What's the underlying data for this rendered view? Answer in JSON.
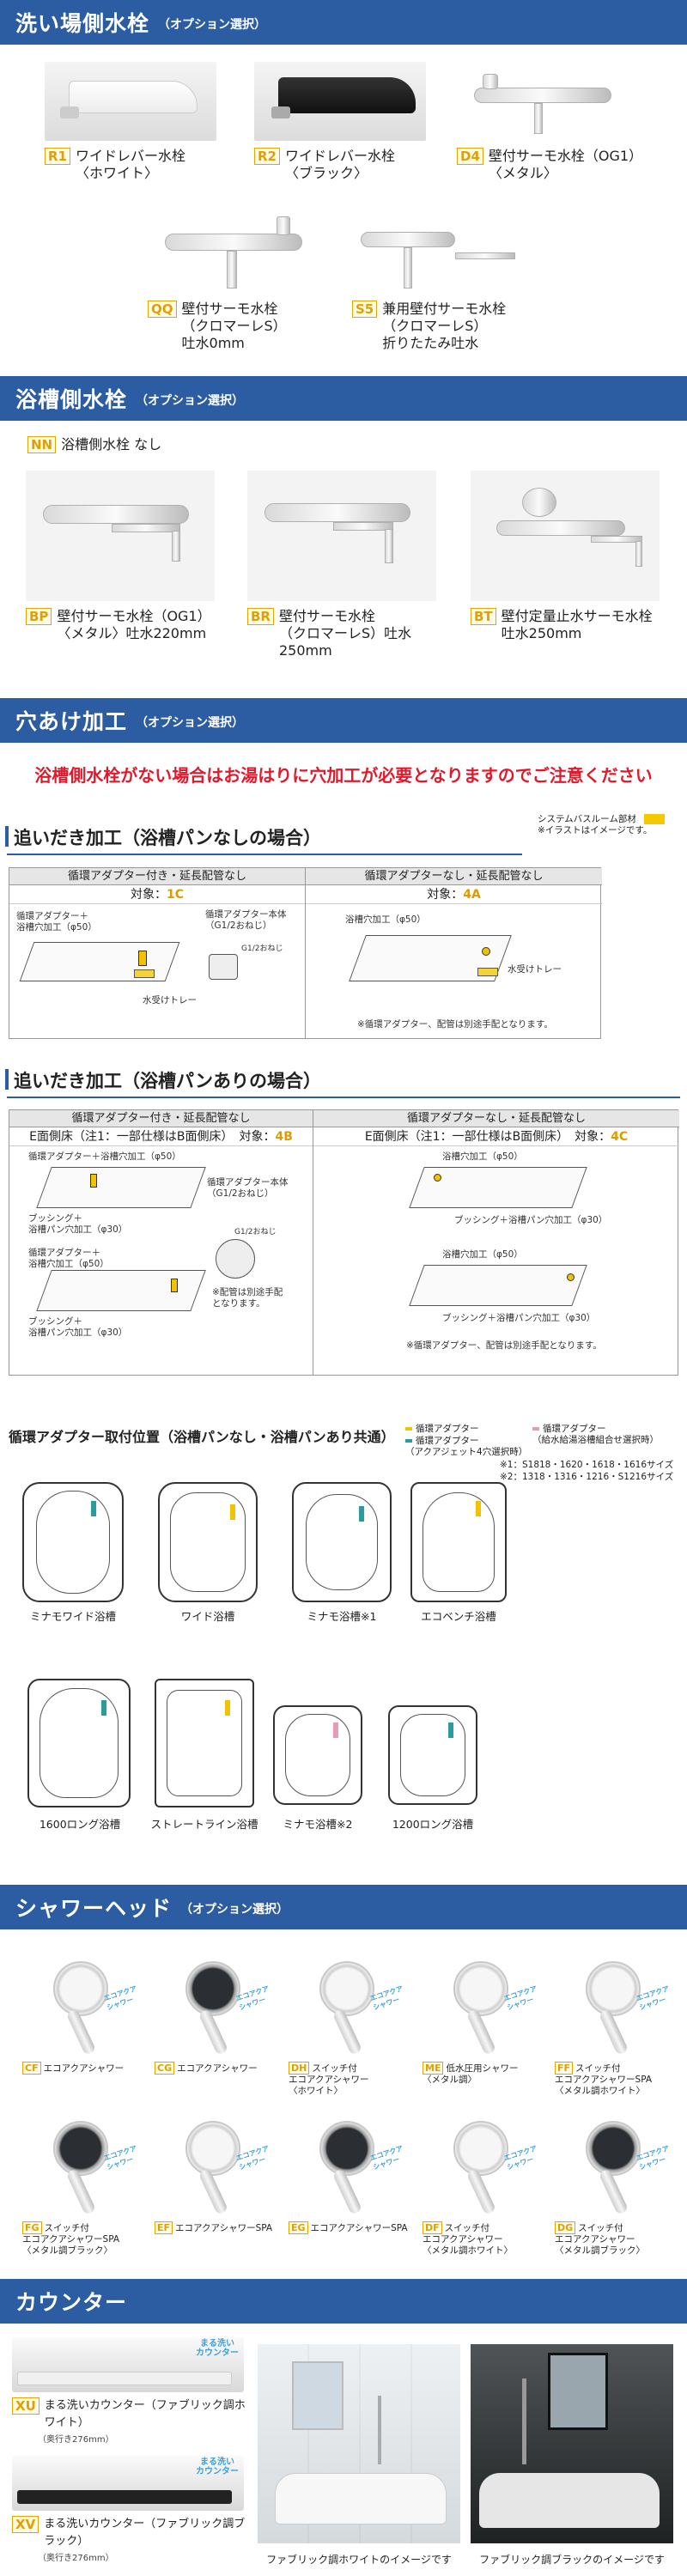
{
  "sec1": {
    "title": "洗い場側水栓",
    "option": "（オプション選択）",
    "items": [
      {
        "code": "R1",
        "label": "ワイドレバー水栓\n〈ホワイト〉"
      },
      {
        "code": "R2",
        "label": "ワイドレバー水栓\n〈ブラック〉"
      },
      {
        "code": "D4",
        "label": "壁付サーモ水栓（OG1）\n〈メタル〉"
      },
      {
        "code": "QQ",
        "label": "壁付サーモ水栓\n（クロマーレS）\n吐水0mm"
      },
      {
        "code": "S5",
        "label": "兼用壁付サーモ水栓\n（クロマーレS）\n折りたたみ吐水"
      }
    ]
  },
  "sec2": {
    "title": "浴槽側水栓",
    "option": "（オプション選択）",
    "none": {
      "code": "NN",
      "label": "浴槽側水栓 なし"
    },
    "items": [
      {
        "code": "BP",
        "label": "壁付サーモ水栓（OG1）\n〈メタル〉吐水220mm"
      },
      {
        "code": "BR",
        "label": "壁付サーモ水栓\n（クロマーレS）吐水250mm"
      },
      {
        "code": "BT",
        "label": "壁付定量止水サーモ水栓\n吐水250mm"
      }
    ]
  },
  "sec3": {
    "title": "穴あけ加工",
    "option": "（オプション選択）",
    "warning": "浴槽側水栓がない場合はお湯はりに穴加工が必要となりますのでご注意ください",
    "legend_member": "システムバスルーム部材",
    "legend_note": "※イラストはイメージです。",
    "a": {
      "title": "追いだき加工（浴槽パンなしの場合）",
      "left": {
        "head": "循環アダプター付き・延長配管なし",
        "target_label": "対象：",
        "target": "1C",
        "labels": [
          "循環アダプター＋\n浴槽穴加工（φ50）",
          "循環アダプター本体\n（G1/2おねじ）",
          "G1/2おねじ",
          "水受けトレー"
        ]
      },
      "right": {
        "head": "循環アダプターなし・延長配管なし",
        "target_label": "対象：",
        "target": "4A",
        "labels": [
          "浴槽穴加工（φ50）",
          "水受けトレー",
          "※循環アダプター、配管は別途手配となります。"
        ]
      }
    },
    "b": {
      "title": "追いだき加工（浴槽パンありの場合）",
      "left": {
        "head": "循環アダプター付き・延長配管なし",
        "sub": "E面側床（注1：一部仕様はB面側床）",
        "target_label": "対象：",
        "target": "4B",
        "labels": [
          "循環アダプター＋浴槽穴加工（φ50）",
          "循環アダプター本体\n（G1/2おねじ）",
          "ブッシング＋\n浴槽パン穴加工（φ30）",
          "循環アダプター＋\n浴槽穴加工（φ50）",
          "G1/2おねじ",
          "※配管は別途手配\nとなります。",
          "ブッシング＋\n浴槽パン穴加工（φ30）"
        ]
      },
      "right": {
        "head": "循環アダプターなし・延長配管なし",
        "sub": "E面側床（注1：一部仕様はB面側床）",
        "target_label": "対象：",
        "target": "4C",
        "labels": [
          "浴槽穴加工（φ50）",
          "ブッシング＋浴槽パン穴加工（φ30）",
          "浴槽穴加工（φ50）",
          "ブッシング＋浴槽パン穴加工（φ30）",
          "※循環アダプター、配管は別途手配となります。"
        ]
      }
    },
    "c": {
      "title": "循環アダプター取付位置（浴槽パンなし・浴槽パンあり共通）",
      "legend": [
        "循環アダプター",
        "循環アダプター\n（アクアジェット4穴選択時）",
        "循環アダプター\n（給水給湯浴槽組合せ選択時）"
      ],
      "notes": [
        "※1：S1818・1620・1618・1616サイズ",
        "※2：1318・1316・1216・S1216サイズ"
      ],
      "tubs": [
        "ミナモワイド浴槽",
        "ワイド浴槽",
        "ミナモ浴槽※1",
        "エコベンチ浴槽",
        "1600ロング浴槽",
        "ストレートライン浴槽",
        "ミナモ浴槽※2",
        "1200ロング浴槽"
      ]
    }
  },
  "sec4": {
    "title": "シャワーヘッド",
    "option": "（オプション選択）",
    "eco_label": "エコアクア\nシャワー",
    "items": [
      {
        "code": "CF",
        "label": "エコアクアシャワー"
      },
      {
        "code": "CG",
        "label": "エコアクアシャワー"
      },
      {
        "code": "DH",
        "label": "スイッチ付\nエコアクアシャワー\n〈ホワイト〉"
      },
      {
        "code": "ME",
        "label": "低水圧用シャワー\n〈メタル調〉"
      },
      {
        "code": "FF",
        "label": "スイッチ付\nエコアクアシャワーSPA\n〈メタル調ホワイト〉"
      },
      {
        "code": "FG",
        "label": "スイッチ付\nエコアクアシャワーSPA\n〈メタル調ブラック〉"
      },
      {
        "code": "EF",
        "label": "エコアクアシャワーSPA"
      },
      {
        "code": "EG",
        "label": "エコアクアシャワーSPA"
      },
      {
        "code": "DF",
        "label": "スイッチ付\nエコアクアシャワー\n〈メタル調ホワイト〉"
      },
      {
        "code": "DG",
        "label": "スイッチ付\nエコアクアシャワー\n〈メタル調ブラック〉"
      }
    ]
  },
  "sec5": {
    "title": "カウンター",
    "items": [
      {
        "code": "XU",
        "label": "まる洗いカウンター（ファブリック調ホワイト）",
        "sub": "（奥行き276mm）",
        "tag": "まる洗い\nカウンター"
      },
      {
        "code": "XV",
        "label": "まる洗いカウンター（ファブリック調ブラック）",
        "sub": "（奥行き276mm）",
        "tag": "まる洗い\nカウンター"
      }
    ],
    "photo_captions": [
      "ファブリック調ホワイトのイメージです",
      "ファブリック調ブラックのイメージです"
    ]
  },
  "colors": {
    "band": "#2c5da3",
    "badge": "#e0a000",
    "warning": "#e3192b",
    "adapter_yellow": "#f2c200",
    "adapter_teal": "#2a9c9c",
    "adapter_pink": "#e59bb4"
  }
}
